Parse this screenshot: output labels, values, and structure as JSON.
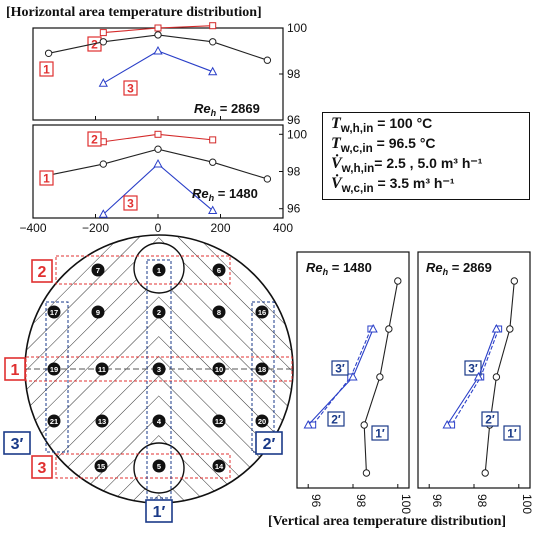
{
  "titles": {
    "horizontal": "[Horizontal area temperature distribution]",
    "vertical": "[Vertical area temperature distribution]"
  },
  "conditions": [
    {
      "symbol": "T",
      "sub": "w,h,in",
      "text": " = 100 °C"
    },
    {
      "symbol": "T",
      "sub": "w,c,in",
      "text": " = 96.5 °C"
    },
    {
      "symbol": "V̇",
      "sub": "w,h,in",
      "text": "= 2.5 , 5.0 m³ h⁻¹"
    },
    {
      "symbol": "V̇",
      "sub": "w,c,in",
      "text": " = 3.5 m³ h⁻¹"
    }
  ],
  "colors": {
    "line1": "#222222",
    "line2": "#d42a2a",
    "line3": "#2a3fc8",
    "area_red": "#e03030",
    "area_blue": "#1a3a88"
  },
  "chart_data": [
    {
      "type": "line",
      "label_re": "Re",
      "label_re_sub": "h",
      "label_re_value": " = 2869",
      "ylim": [
        96,
        100
      ],
      "yticks": [
        "100",
        "98",
        "96"
      ],
      "xlim": [
        -400,
        400
      ],
      "series": [
        {
          "name": "2",
          "x": [
            -175,
            0,
            175
          ],
          "y": [
            99.8,
            100.0,
            100.1
          ]
        },
        {
          "name": "1",
          "x": [
            -350,
            -175,
            0,
            175,
            350
          ],
          "y": [
            98.9,
            99.4,
            99.7,
            99.4,
            98.6
          ]
        },
        {
          "name": "3",
          "x": [
            -175,
            0,
            175
          ],
          "y": [
            97.6,
            99.0,
            98.1
          ]
        }
      ]
    },
    {
      "type": "line",
      "label_re": "Re",
      "label_re_sub": "h",
      "label_re_value": " = 1480",
      "ylim": [
        95.5,
        100.5
      ],
      "yticks": [
        "100",
        "98",
        "96"
      ],
      "xlim": [
        -400,
        400
      ],
      "xticks": [
        "−400",
        "−200",
        "0",
        "200",
        "400"
      ],
      "series": [
        {
          "name": "2",
          "x": [
            -175,
            0,
            175
          ],
          "y": [
            99.6,
            100.0,
            99.7
          ]
        },
        {
          "name": "1",
          "x": [
            -350,
            -175,
            0,
            175,
            350
          ],
          "y": [
            97.8,
            98.4,
            99.2,
            98.5,
            97.6
          ]
        },
        {
          "name": "3",
          "x": [
            -175,
            0,
            175
          ],
          "y": [
            95.7,
            98.4,
            95.9
          ]
        }
      ]
    },
    {
      "type": "line",
      "label_re": "Re",
      "label_re_sub": "h",
      "label_re_value": " = 1480",
      "xlim": [
        95.5,
        100.5
      ],
      "xticks": [
        "96",
        "98",
        "100"
      ],
      "series": [
        {
          "name": "1′",
          "x": [
            100.0,
            99.6,
            99.2,
            98.5,
            98.6
          ],
          "y": [
            4,
            3,
            2,
            1,
            0
          ]
        },
        {
          "name": "3′",
          "x": [
            98.8,
            97.9,
            96.2
          ],
          "y": [
            3,
            2,
            1
          ]
        },
        {
          "name": "2′",
          "x": [
            98.9,
            98.0,
            96.0
          ],
          "y": [
            3,
            2,
            1
          ]
        }
      ]
    },
    {
      "type": "line",
      "label_re": "Re",
      "label_re_sub": "h",
      "label_re_value": " = 2869",
      "xlim": [
        95.5,
        100.5
      ],
      "xticks": [
        "96",
        "98",
        "100"
      ],
      "series": [
        {
          "name": "1′",
          "x": [
            99.8,
            99.6,
            99.0,
            98.7,
            98.5
          ],
          "y": [
            4,
            3,
            2,
            1,
            0
          ]
        },
        {
          "name": "3′",
          "x": [
            99.1,
            98.3,
            97.0
          ],
          "y": [
            3,
            2,
            1
          ]
        },
        {
          "name": "2′",
          "x": [
            99.0,
            98.2,
            96.8
          ],
          "y": [
            3,
            2,
            1
          ]
        }
      ]
    }
  ],
  "diagram": {
    "ports": [
      {
        "id": "1"
      },
      {
        "id": "2"
      },
      {
        "id": "3"
      },
      {
        "id": "4"
      },
      {
        "id": "5"
      },
      {
        "id": "6"
      },
      {
        "id": "7"
      },
      {
        "id": "8"
      },
      {
        "id": "9"
      },
      {
        "id": "10"
      },
      {
        "id": "11"
      },
      {
        "id": "12"
      },
      {
        "id": "13"
      },
      {
        "id": "14"
      },
      {
        "id": "15"
      },
      {
        "id": "16"
      },
      {
        "id": "17"
      },
      {
        "id": "18"
      },
      {
        "id": "19"
      },
      {
        "id": "20"
      },
      {
        "id": "21"
      }
    ],
    "area_labels": {
      "h1": "1",
      "h2": "2",
      "h3": "3",
      "v1": "1′",
      "v2": "2′",
      "v3": "3′"
    }
  }
}
